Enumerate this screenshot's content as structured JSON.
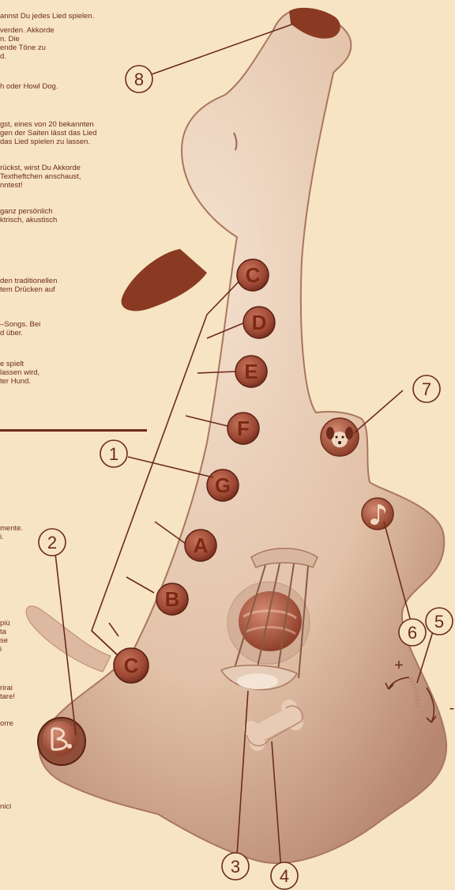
{
  "text_snippets": [
    "annst Du jedes Lied spielen.",
    "verden. Akkorde",
    "n. Die",
    "ende Töne zu",
    "d.",
    "h oder Howl Dog.",
    "gst, eines von 20 bekannten",
    "gen der Saiten lässt das Lied",
    "das Lied spielen zu lassen.",
    "rückst, wirst Du Akkorde",
    "Textheftchen anschaust,",
    "nntest!",
    "ganz persönlich",
    "ktrisch, akustisch",
    "den traditionellen",
    "tem Drücken auf",
    "–Songs. Bei",
    "d über.",
    "e spielt",
    "lassen wird,",
    "ter Hund.",
    "mente.",
    "i.",
    "più",
    "ta",
    "se",
    "i",
    "rirai",
    "tare!",
    "orre",
    "nici"
  ],
  "keys": [
    "C",
    "D",
    "E",
    "F",
    "G",
    "A",
    "B",
    "C"
  ],
  "callouts": [
    "1",
    "2",
    "3",
    "4",
    "5",
    "6",
    "7",
    "8"
  ],
  "volume_symbols": {
    "plus": "+",
    "minus": "-"
  },
  "colors": {
    "background": "#f7e4c3",
    "ink": "#6b2c1a",
    "body": "#e7cbb2",
    "body_dark": "#b98770",
    "key": "#9a4632",
    "ear": "#8a3a22"
  },
  "icons": [
    "dog-face-icon",
    "music-note-icon",
    "bone-icon",
    "b-logo-icon",
    "strings-icon"
  ]
}
